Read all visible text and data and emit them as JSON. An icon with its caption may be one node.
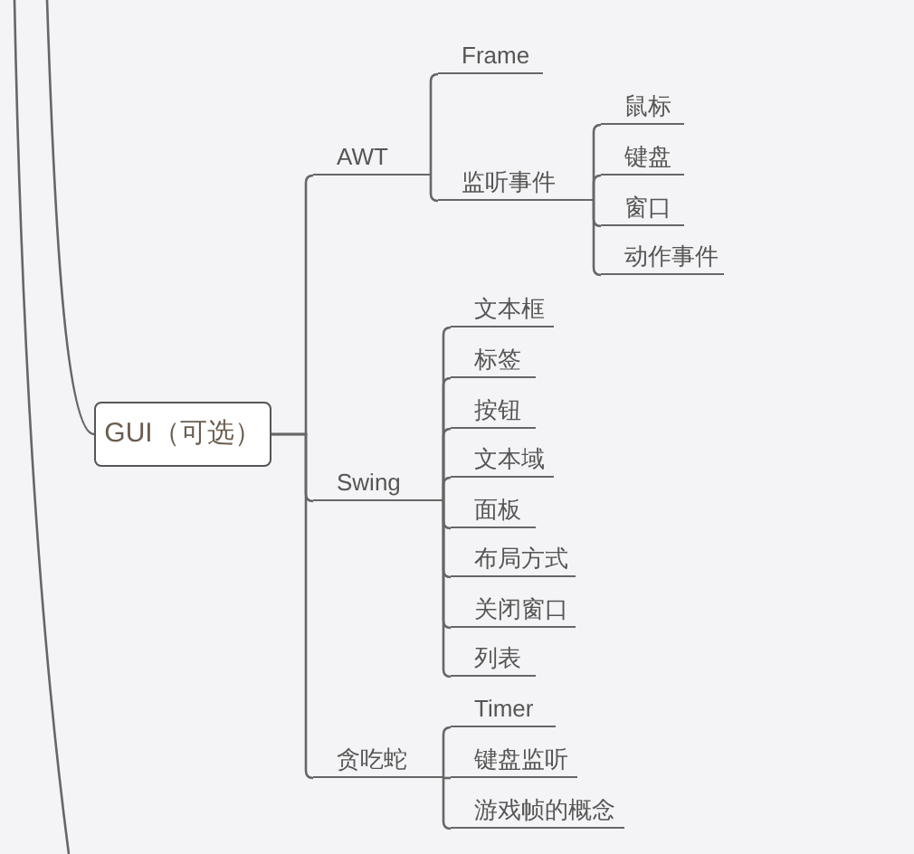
{
  "diagram": {
    "nodes": [
      {
        "text": [
          "GUI（可选）"
        ]
      },
      {
        "text": [
          "AWT"
        ]
      },
      {
        "text": [
          "Frame"
        ]
      },
      {
        "text": [
          "监听事件"
        ]
      },
      {
        "text": [
          "鼠标"
        ]
      },
      {
        "text": [
          "键盘"
        ]
      },
      {
        "text": [
          "窗口"
        ]
      },
      {
        "text": [
          "动作事件"
        ]
      },
      {
        "text": [
          "Swing"
        ]
      },
      {
        "text": [
          "文本框"
        ]
      },
      {
        "text": [
          "标签"
        ]
      },
      {
        "text": [
          "按钮"
        ]
      },
      {
        "text": [
          "文本域"
        ]
      },
      {
        "text": [
          "面板"
        ]
      },
      {
        "text": [
          "布局方式"
        ]
      },
      {
        "text": [
          "关闭窗口"
        ]
      },
      {
        "text": [
          "列表"
        ]
      },
      {
        "text": [
          "贪吃蛇"
        ]
      },
      {
        "text": [
          "Timer"
        ]
      },
      {
        "text": [
          "键盘监听"
        ]
      },
      {
        "text": [
          "游戏帧的概念"
        ]
      }
    ],
    "edges": [
      {
        "from": null,
        "to": 0,
        "arrow": "none"
      },
      {
        "from": 0,
        "to": 1,
        "arrow": "none"
      },
      {
        "from": 1,
        "to": 2,
        "arrow": "none"
      },
      {
        "from": 1,
        "to": 3,
        "arrow": "none"
      },
      {
        "from": 3,
        "to": 4,
        "arrow": "none"
      },
      {
        "from": 3,
        "to": 5,
        "arrow": "none"
      },
      {
        "from": 3,
        "to": 6,
        "arrow": "none"
      },
      {
        "from": 3,
        "to": 7,
        "arrow": "none"
      },
      {
        "from": 0,
        "to": 8,
        "arrow": "none"
      },
      {
        "from": 8,
        "to": 9,
        "arrow": "none"
      },
      {
        "from": 8,
        "to": 10,
        "arrow": "none"
      },
      {
        "from": 8,
        "to": 11,
        "arrow": "none"
      },
      {
        "from": 8,
        "to": 12,
        "arrow": "none"
      },
      {
        "from": 8,
        "to": 13,
        "arrow": "none"
      },
      {
        "from": 8,
        "to": 14,
        "arrow": "none"
      },
      {
        "from": 8,
        "to": 15,
        "arrow": "none"
      },
      {
        "from": 8,
        "to": 16,
        "arrow": "none"
      },
      {
        "from": 0,
        "to": 17,
        "arrow": "none"
      },
      {
        "from": 17,
        "to": 18,
        "arrow": "none"
      },
      {
        "from": 17,
        "to": 19,
        "arrow": "none"
      },
      {
        "from": 17,
        "to": 20,
        "arrow": "none"
      }
    ]
  }
}
